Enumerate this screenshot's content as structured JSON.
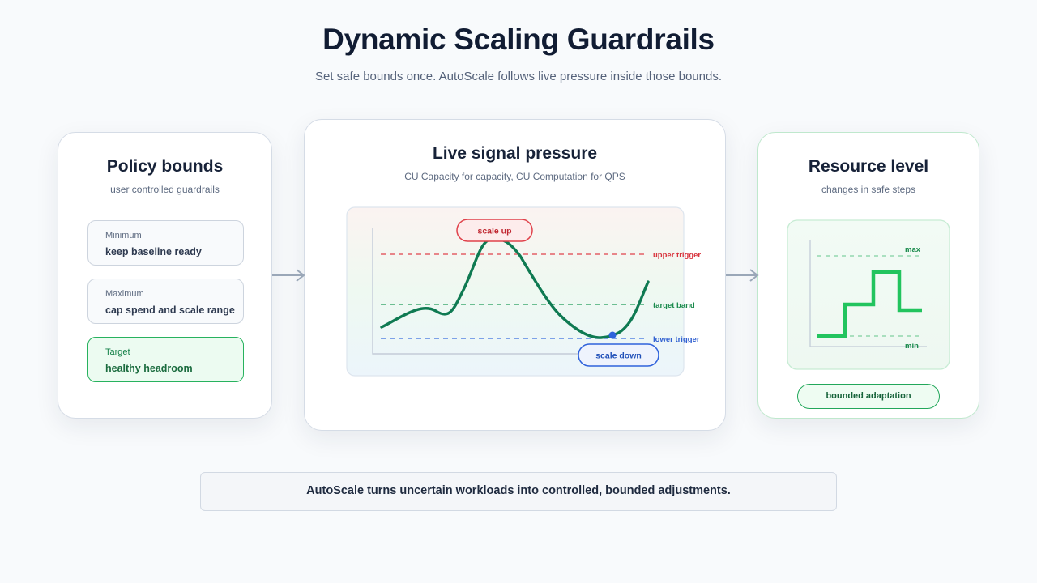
{
  "header": {
    "title": "Dynamic Scaling Guardrails",
    "subtitle": "Set safe bounds once. AutoScale follows live pressure inside those bounds."
  },
  "policy": {
    "title": "Policy bounds",
    "subtitle": "user controlled guardrails",
    "bounds": [
      {
        "label": "Minimum",
        "desc": "keep baseline ready"
      },
      {
        "label": "Maximum",
        "desc": "cap spend and scale range"
      },
      {
        "label": "Target",
        "desc": "healthy headroom"
      }
    ]
  },
  "signal": {
    "title": "Live signal pressure",
    "subtitle": "CU Capacity for capacity, CU Computation for QPS",
    "lines": {
      "upper": "upper trigger",
      "target": "target band",
      "lower": "lower trigger"
    },
    "pills": {
      "up": "scale up",
      "down": "scale down"
    }
  },
  "resource": {
    "title": "Resource level",
    "subtitle": "changes in safe steps",
    "max_label": "max",
    "min_label": "min",
    "pill": "bounded adaptation"
  },
  "footer": {
    "text": "AutoScale turns uncertain workloads into controlled, bounded adjustments."
  },
  "colors": {
    "upper": "#e0424b",
    "target": "#1f9a57",
    "lower": "#3b6fe0",
    "signal_curve": "#0f7a52",
    "resource_step": "#22c45e"
  }
}
